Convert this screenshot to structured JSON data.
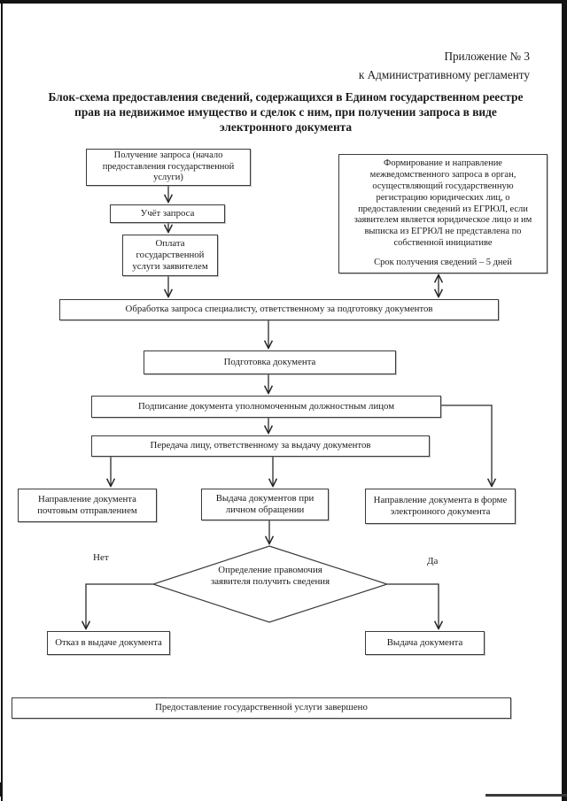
{
  "page": {
    "appendix": "Приложение № 3\nк Административному регламенту",
    "title": "Блок-схема предоставления сведений, содержащихся в Едином государственном реестре прав на недвижимое имущество и сделок с ним, при получении запроса в виде электронного документа"
  },
  "flowchart": {
    "nodes": {
      "receive_request": "Получение запроса (начало предоставления государственной услуги)",
      "interagency_body": "Формирование и направление межведомственного запроса в орган, осуществляющий государственную регистрацию юридических лиц, о предоставлении сведений из ЕГРЮЛ, если заявителем является юридическое лицо и им выписка из ЕГРЮЛ не представлена по собственной инициативе",
      "interagency_term": "Срок получения сведений – 5 дней",
      "register_request": "Учёт запроса",
      "payment": "Оплата государственной услуги заявителем",
      "processing": "Обработка запроса специалисту, ответственному за подготовку документов",
      "preparation": "Подготовка документа",
      "signing": "Подписание документа уполномоченным должностным лицом",
      "transfer": "Передача лицу, ответственному за выдачу документов",
      "mail_delivery": "Направление документа почтовым отправлением",
      "in_person_issue": "Выдача документов при личном обращении",
      "electronic_delivery": "Направление документа в форме электронного документа",
      "decision": "Определение правомочия заявителя получить сведения",
      "refusal": "Отказ в выдаче документа",
      "issue_document": "Выдача документа",
      "service_completed": "Предоставление государственной услуги завершено"
    },
    "labels": {
      "no": "Нет",
      "yes": "Да"
    },
    "colors": {
      "line": "#2b2b2b",
      "border": "#3b3b3b"
    }
  }
}
